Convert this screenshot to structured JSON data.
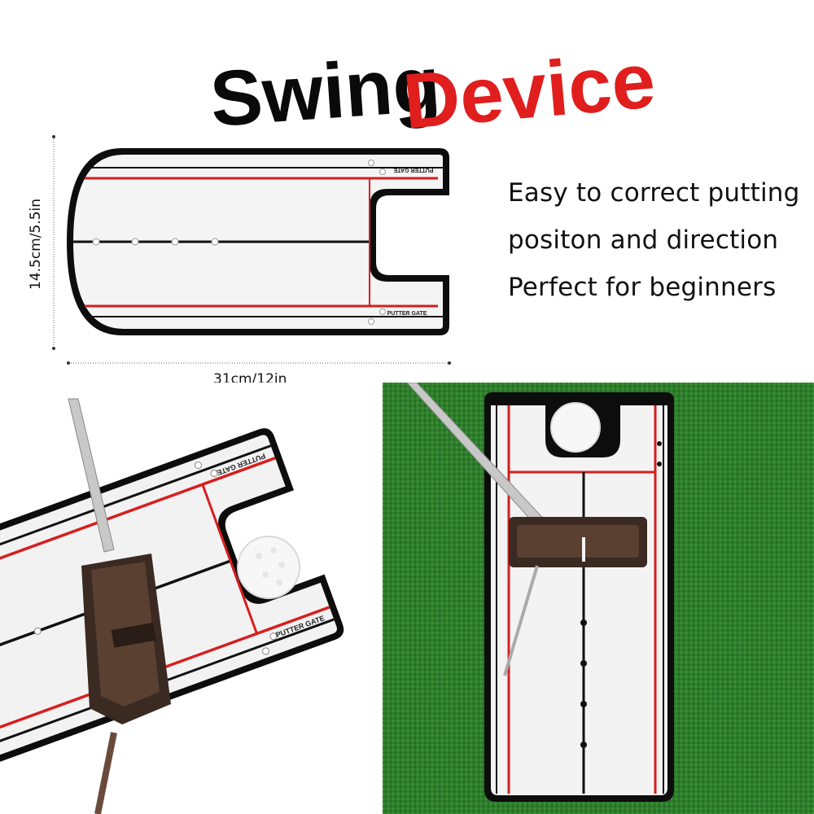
{
  "title": {
    "word1": "Swing",
    "word2": "Device",
    "colors": {
      "word1": "#0a0a0a",
      "word2": "#e01e1e"
    }
  },
  "features": [
    "Easy to correct putting",
    "positon and direction",
    "Perfect for beginners"
  ],
  "dimensions": {
    "height": "14.5cm/5.5in",
    "width": "31cm/12in"
  },
  "mirror": {
    "gate_label": "PUTTER GATE",
    "colors": {
      "frame": "#0d0d0d",
      "line_red": "#d71e1e",
      "line_black": "#111111",
      "mirror": "#f4f4f4"
    }
  },
  "photos": {
    "left": {
      "icon": "putter-on-mirror-photo"
    },
    "right": {
      "icon": "putter-on-green-photo",
      "turf_color": "#2f7d2c"
    }
  }
}
